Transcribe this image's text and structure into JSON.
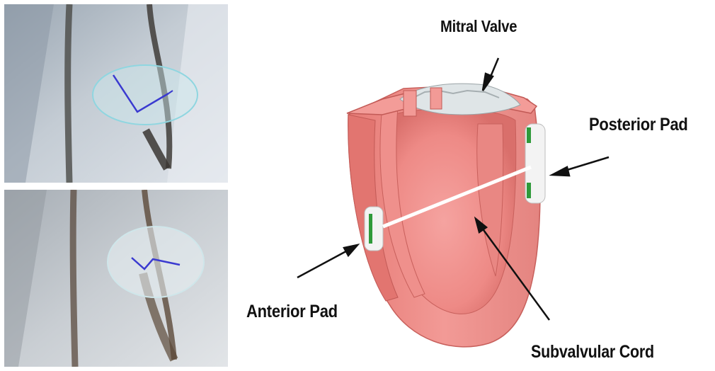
{
  "labels": {
    "mitral_valve": "Mitral Valve",
    "posterior_pad": "Posterior Pad",
    "anterior_pad": "Anterior Pad",
    "subvalvular_cord": "Subvalvular Cord"
  },
  "panels": {
    "top": "fluoroscopy-image-top",
    "bottom": "fluoroscopy-image-bottom"
  },
  "colors": {
    "myocardium": "#ef8a86",
    "myocardium_dark": "#d86a66",
    "pad": "#f2f2f2",
    "pad_accent": "#2f9a3a",
    "cord": "#ffffff",
    "xray_bg": "#b8c2cc",
    "overlay_ellipse": "#8fd6e0",
    "axis_lines": "#3a3ad0"
  }
}
